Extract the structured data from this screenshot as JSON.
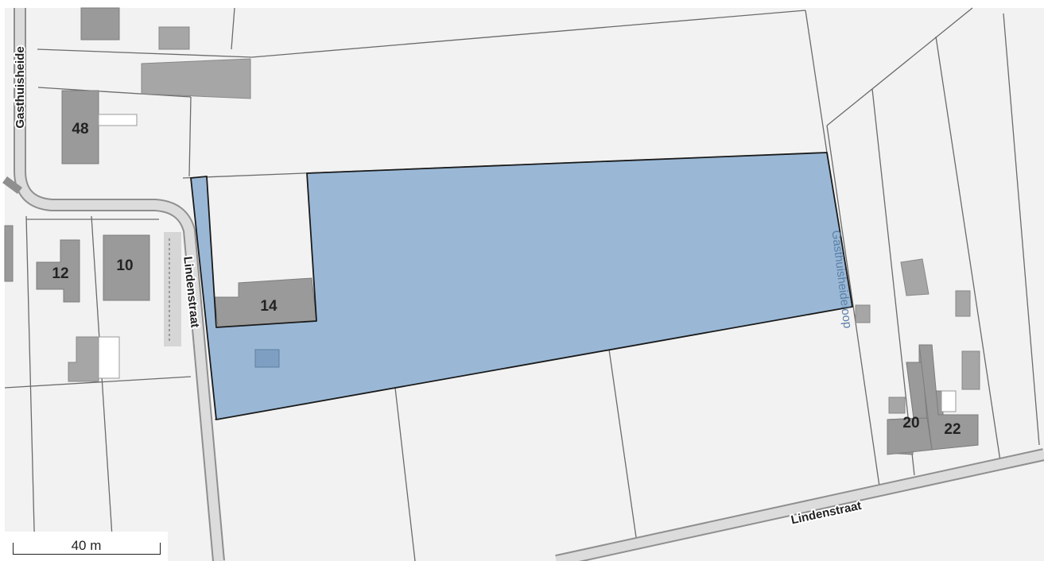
{
  "map": {
    "colors": {
      "background": "#f2f2f2",
      "parcel_line": "#6b6b6b",
      "building": "#a6a6a6",
      "building_dark": "#9a9a9a",
      "road_fill": "#dcdcdc",
      "road_casing": "#8f8f8f",
      "selection_fill": "#9ab8d6",
      "selection_stroke": "#1a1a1a",
      "label_text": "#222222",
      "waterway_label": "#5a7fa6"
    },
    "streets": {
      "gasthuisheide": "Gasthuisheide",
      "lindenstraat_west": "Lindenstraat",
      "lindenstraat_south": "Lindenstraat",
      "gasthuisheideloop": "Gasthuisheideloop"
    },
    "house_numbers": {
      "n48": "48",
      "n12": "12",
      "n10": "10",
      "n14": "14",
      "n20": "20",
      "n22": "22"
    },
    "scale": {
      "label": "40 m"
    }
  }
}
